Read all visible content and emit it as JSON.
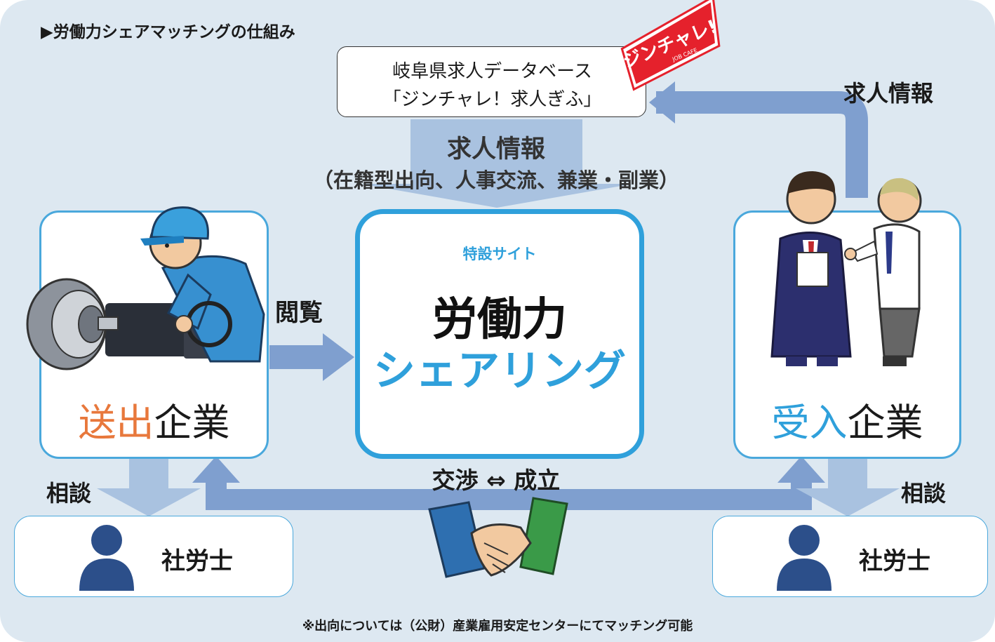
{
  "heading": "▶労働力シェアマッチングの仕組み",
  "database": {
    "line1": "岐阜県求人データベース",
    "line2": "「ジンチャレ！求人ぎふ」"
  },
  "logo": {
    "text": "ジンチャレ!",
    "subtext": "JOB CAFE",
    "color": "#e5212c"
  },
  "job_info_right": "求人情報",
  "job_info_center": {
    "title": "求人情報",
    "subtitle": "（在籍型出向、人事交流、兼業・副業）"
  },
  "sender": {
    "part1": "送出",
    "part2": "企業"
  },
  "receiver": {
    "part1": "受入",
    "part2": "企業"
  },
  "browse_label": "閲覧",
  "center": {
    "tag": "特設サイト",
    "title_line1": "労働力",
    "title_line2": "シェアリング"
  },
  "negotiation": "交渉 ⇔ 成立",
  "consult_left": "相談",
  "consult_right": "相談",
  "sharoshi_left": "社労士",
  "sharoshi_right": "社労士",
  "footnote": "※出向については（公財）産業雇用安定センターにてマッチング可能",
  "colors": {
    "background": "#dde8f1",
    "box_border": "#4aa8dc",
    "accent_blue": "#2fa0db",
    "accent_orange": "#e8783c",
    "arrow": "#7f9fcf",
    "arrow_light": "#a9c2e0",
    "person_icon": "#2c4f8a"
  },
  "icons": [
    "lathe-worker-illustration",
    "businessmen-illustration",
    "handshake-icon",
    "person-icon"
  ]
}
